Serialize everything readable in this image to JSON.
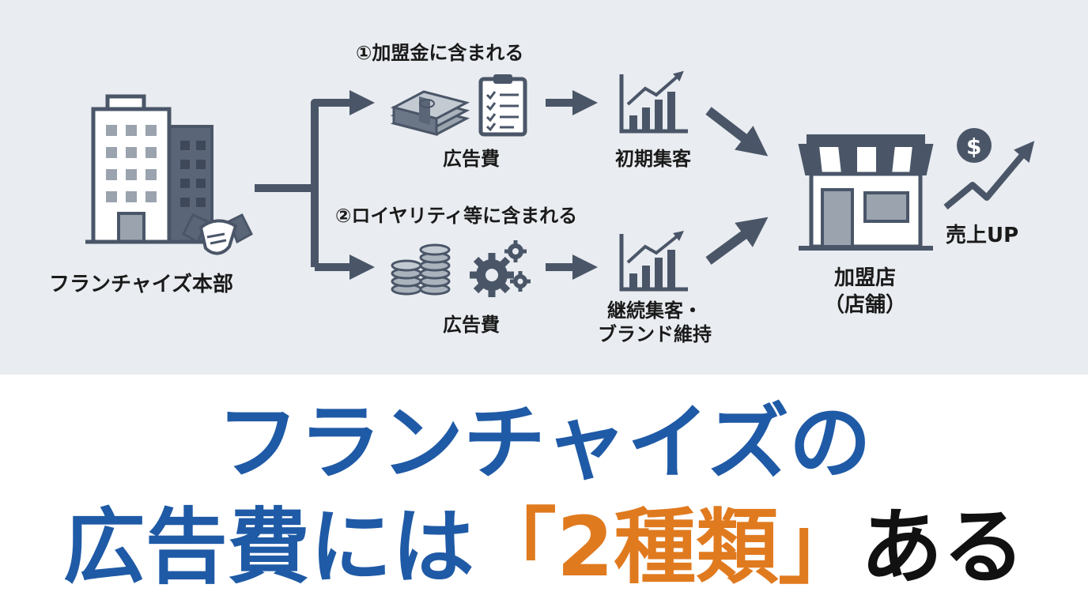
{
  "diagram": {
    "hq_label": "フランチャイズ本部",
    "route1": {
      "title": "①加盟金に含まれる",
      "ad_label": "広告費",
      "result_label": "初期集客"
    },
    "route2": {
      "title": "②ロイヤリティ等に含まれる",
      "ad_label": "広告費",
      "result_line1": "継続集客・",
      "result_line2": "ブランド維持"
    },
    "store_line1": "加盟店",
    "store_line2": "（店舗）",
    "sales_label": "売上UP",
    "icons": [
      "office-building-icon",
      "handshake-icon",
      "money-stack-icon",
      "clipboard-checklist-icon",
      "growth-chart-icon",
      "coin-stack-icon",
      "gears-icon",
      "storefront-icon",
      "dollar-coin-icon",
      "trend-up-arrow-icon"
    ],
    "colors": {
      "icon": "#4a5668",
      "background": "#e9ecf0"
    }
  },
  "headline": {
    "line1": "フランチャイズの",
    "line2_a": "広告費には",
    "line2_b": "「2種類」",
    "line2_c": "ある",
    "colors": {
      "blue": "#1f5aa6",
      "orange": "#e07a1f",
      "black": "#111111"
    }
  }
}
